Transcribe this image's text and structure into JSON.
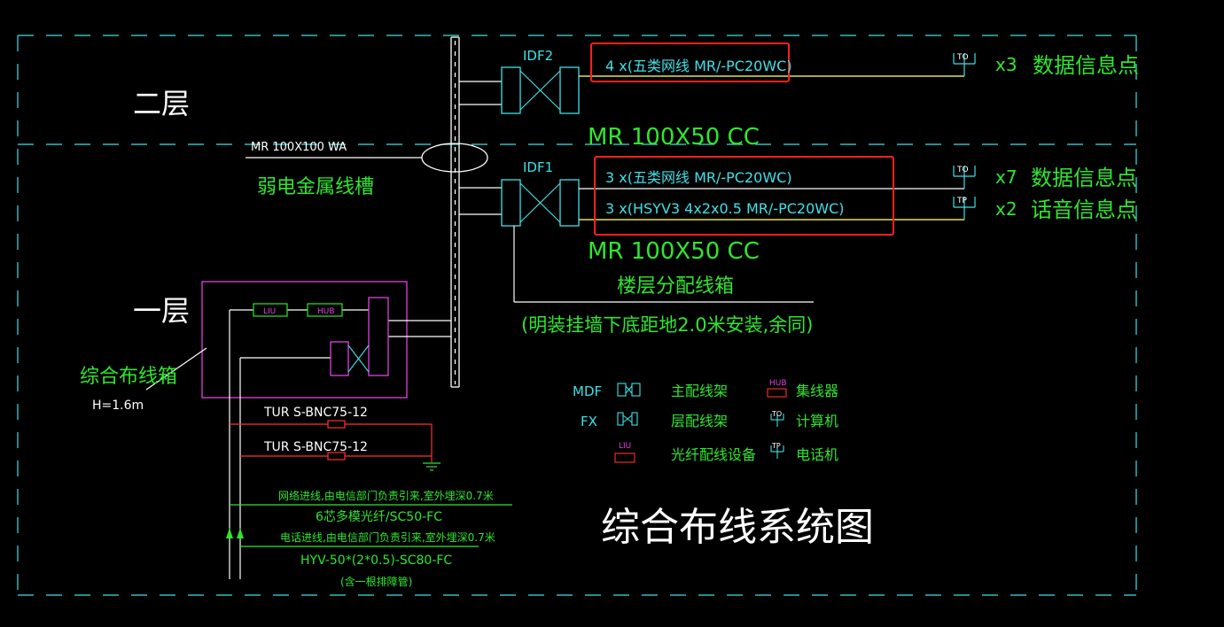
{
  "floors": {
    "second": "二层",
    "first": "一层"
  },
  "trunk": {
    "label": "MR 100X100 WA",
    "name": "弱电金属线槽"
  },
  "idf2": {
    "name": "IDF2",
    "cable": "4 x(五类网线 MR/-PC20WC)",
    "tray": "MR 100X50 CC",
    "outlet_icon": "TO",
    "count": "x3",
    "desc": "数据信息点"
  },
  "idf1": {
    "name": "IDF1",
    "cable_data": "3 x(五类网线 MR/-PC20WC)",
    "cable_voice": "3 x(HSYV3 4x2x0.5  MR/-PC20WC)",
    "tray": "MR 100X50 CC",
    "box": "楼层分配线箱",
    "mount": "(明装挂墙下底距地2.0米安装,余同)",
    "data_icon": "TO",
    "data_count": "x7",
    "data_desc": "数据信息点",
    "voice_icon": "TP",
    "voice_count": "x2",
    "voice_desc": "话音信息点"
  },
  "cabinet": {
    "name": "综合布线箱",
    "height": "H=1.6m",
    "liu": "LIU",
    "hub": "HUB"
  },
  "tur": {
    "a": "TUR S-BNC75-12",
    "b": "TUR S-BNC75-12"
  },
  "incoming": {
    "net_note": "网络进线,由电信部门负责引来,室外埋深0.7米",
    "fiber": "6芯多模光纤/SC50-FC",
    "phone_note": "电话进线,由电信部门负责引来,室外埋深0.7米",
    "phone_cable": "HYV-50*(2*0.5)-SC80-FC",
    "phone_sub": "(含一根排障管)"
  },
  "legend": {
    "mdf": "MDF",
    "mdf_desc": "主配线架",
    "fx": "FX",
    "fx_desc": "层配线架",
    "liu": "LIU",
    "liu_desc": "光纤配线设备",
    "hub": "HUB",
    "hub_desc": "集线器",
    "to": "TO",
    "to_desc": "计算机",
    "tp": "TP",
    "tp_desc": "电话机"
  },
  "title": "综合布线系统图",
  "colors": {
    "cyan": "#3fe0e8",
    "green": "#2fe62f",
    "magenta": "#e040e0",
    "red": "#ff3030",
    "yellow": "#e6e04a",
    "highlight": "#ff2020"
  }
}
